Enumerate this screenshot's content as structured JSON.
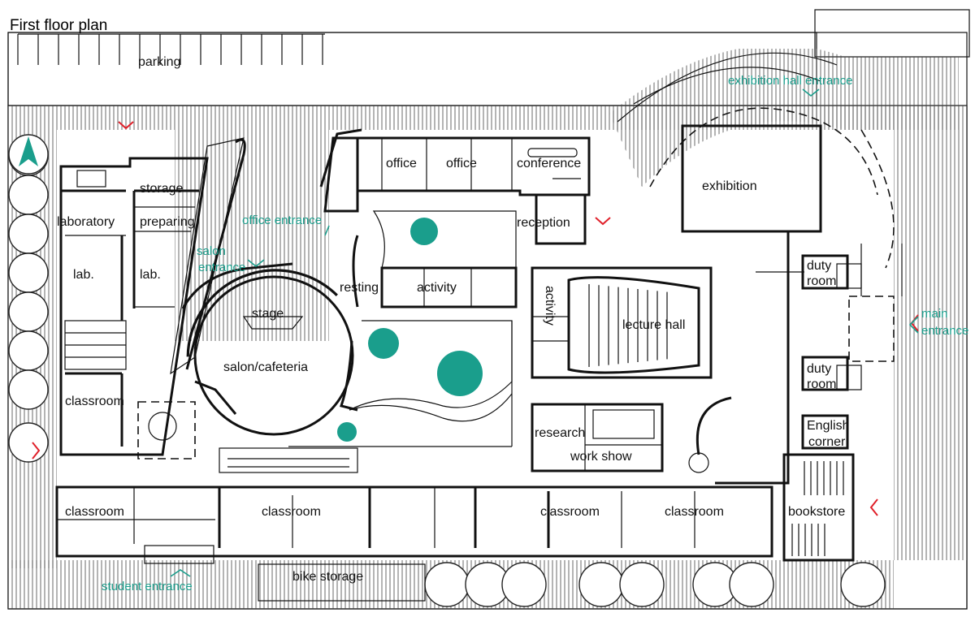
{
  "title": "First floor plan",
  "colors": {
    "accent": "#1a9e8c",
    "marker": "#e0202a",
    "line": "#111111"
  },
  "icons": {
    "north_arrow": "north-arrow-icon",
    "entrance_arrow": "entrance-arrow-icon"
  },
  "areas": {
    "parking": "parking",
    "bike_storage": "bike storage"
  },
  "rooms": {
    "storage": "storage",
    "laboratory": "laboratory",
    "preparing": "preparing",
    "lab1": "lab.",
    "lab2": "lab.",
    "classroom_west": "classroom",
    "classroom_sw": "classroom",
    "classroom_s1": "classroom",
    "classroom_s2": "classroom",
    "classroom_s3": "classroom",
    "office1": "office",
    "office2": "office",
    "conference": "conference",
    "reception": "reception",
    "exhibition": "exhibition",
    "resting": "resting",
    "activity1": "activity",
    "activity2": "activity",
    "stage": "stage",
    "salon": "salon/cafeteria",
    "lecture_hall": "lecture hall",
    "duty_room1_a": "duty",
    "duty_room1_b": "room",
    "duty_room2_a": "duty",
    "duty_room2_b": "room",
    "english_a": "English",
    "english_b": "corner",
    "research": "research",
    "work_show": "work show",
    "bookstore": "bookstore"
  },
  "entrances": {
    "exhibition_hall": "exhibition hall entrance",
    "office": "office entrance",
    "salon_a": "salon",
    "salon_b": "entrance",
    "main_a": "main",
    "main_b": "entrance",
    "student": "student entrance"
  }
}
